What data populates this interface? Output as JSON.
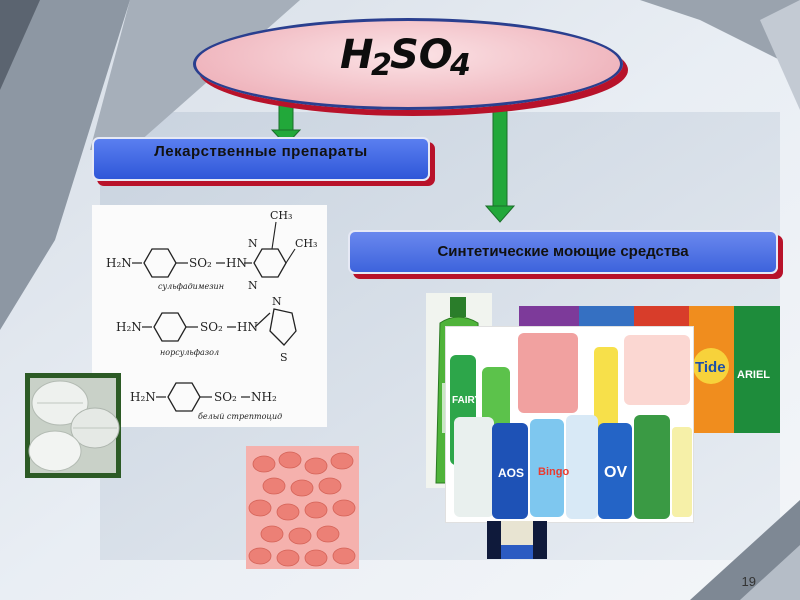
{
  "title": {
    "H": "H",
    "sub2": "2",
    "SO": "SO",
    "sub4": "4"
  },
  "boxes": {
    "medicines": "Лекарственные препараты",
    "detergents": "Синтетические моющие средства"
  },
  "structures": {
    "s1_label": "сульфадимезин",
    "s2_label": "норсульфазол",
    "s3_label": "белый стрептоцид",
    "h2n": "H₂N",
    "so2": "SO₂",
    "hn": "HN",
    "nh2": "NH₂",
    "ch3": "CH₃",
    "n": "N",
    "s": "S"
  },
  "product_labels": {
    "fairy": "FAIRY",
    "bingo": "Bingo",
    "tide": "Tide",
    "ariel": "ARIEL",
    "aos": "AOS",
    "ov": "OV"
  },
  "page_number": "19",
  "colors": {
    "arrow": "#22a83a",
    "box_blue": "#2f57d8",
    "shadow_red": "#b8122a",
    "ellipse_pink": "#f0b7bf",
    "outline_navy": "#2a3f8f"
  }
}
